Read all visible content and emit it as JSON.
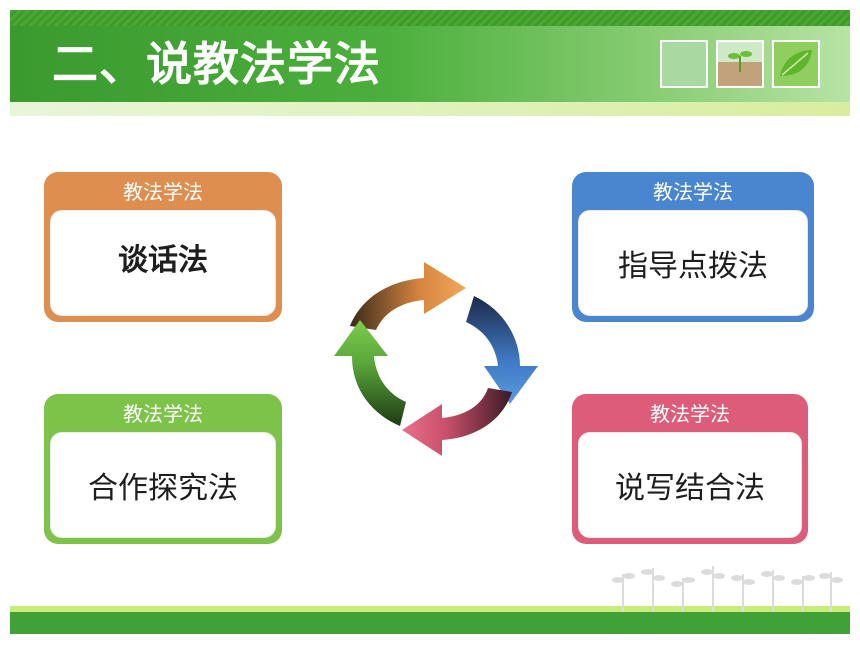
{
  "header": {
    "title": "二、说教法学法"
  },
  "cards": [
    {
      "label": "教法学法",
      "text": "谈话法"
    },
    {
      "label": "教法学法",
      "text": "指导点拨法"
    },
    {
      "label": "教法学法",
      "text": "合作探究法"
    },
    {
      "label": "教法学法",
      "text": "说写结合法"
    }
  ],
  "colors": {
    "orange": "#de8f4f",
    "blue": "#4a86cf",
    "green": "#7dc34a",
    "pink": "#dc5c7a",
    "header_green": "#3a9a2e"
  },
  "icons": {
    "center": "cycle-arrows-icon",
    "decorations": [
      "green-tile-icon",
      "sprout-photo-icon",
      "leaf-photo-icon",
      "grass-silhouette-icon"
    ]
  }
}
